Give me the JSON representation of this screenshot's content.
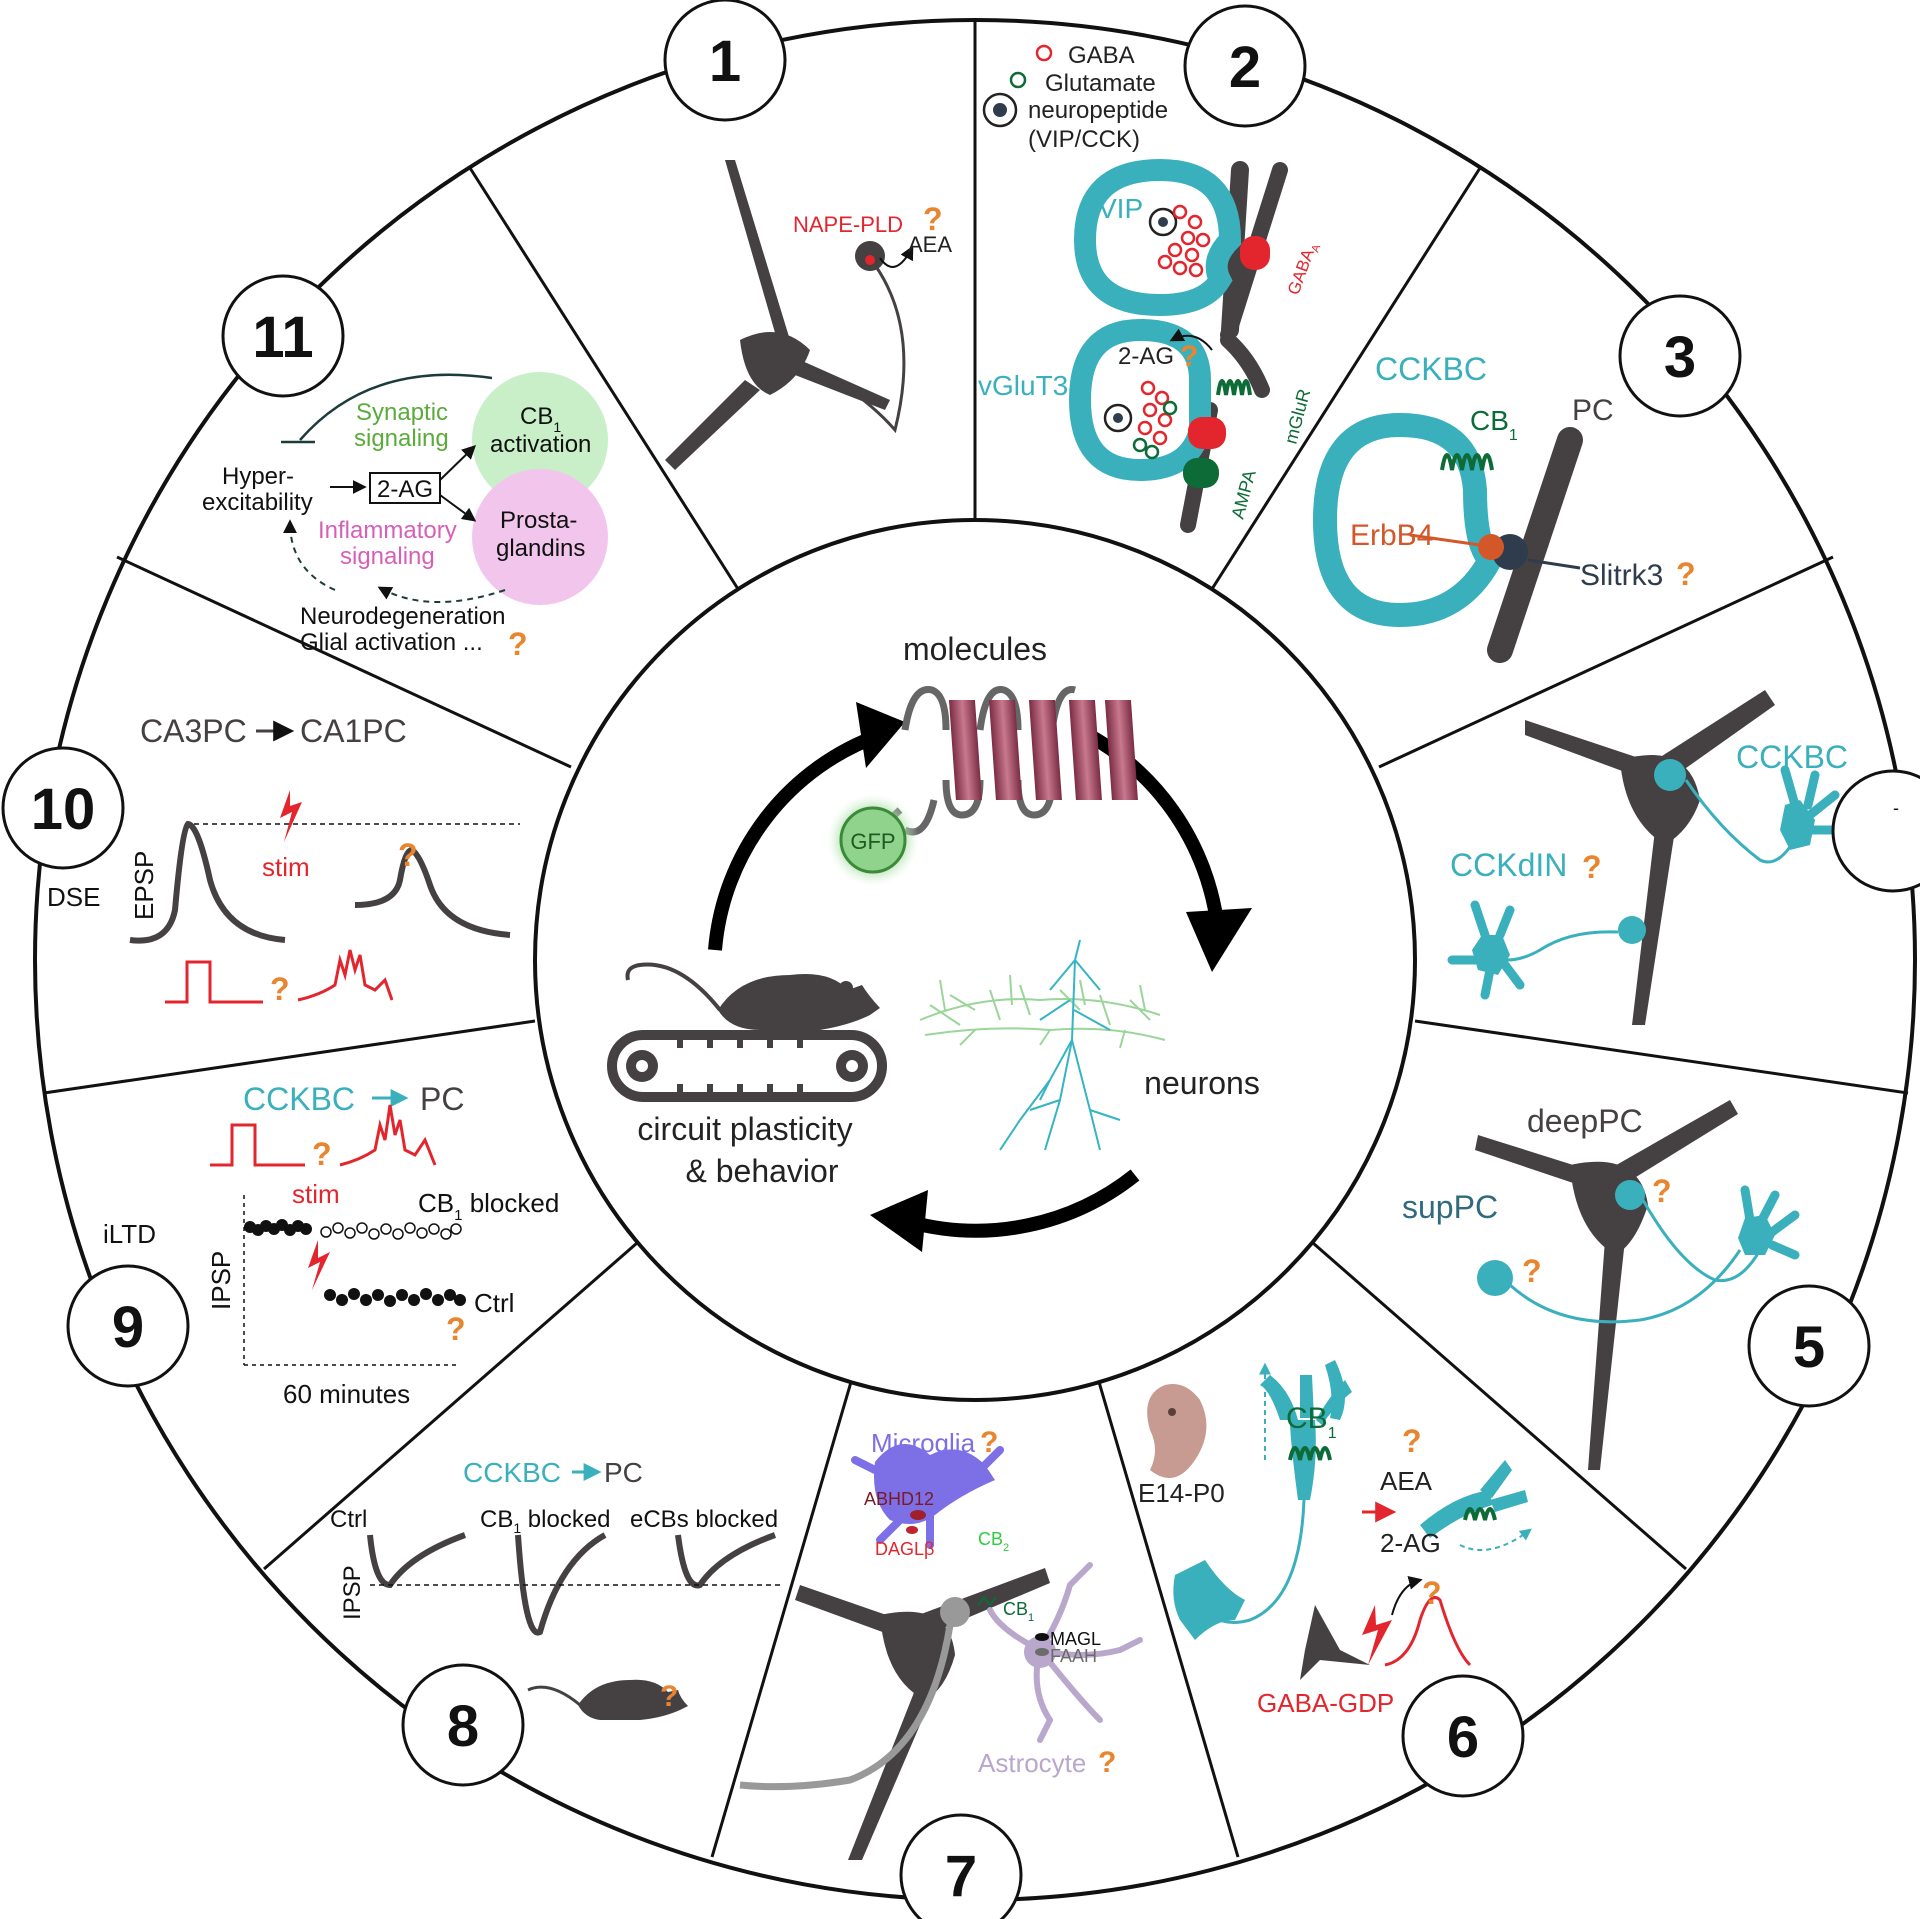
{
  "colors": {
    "teal": "#3ab0bd",
    "dark": "#454142",
    "red": "#e3262d",
    "green": "#0d6b37",
    "orange": "#e8852e",
    "pink": "#d75fb8",
    "lightgreen": "#5aab3c",
    "purple": "#7d6fe6",
    "lilac": "#b9a7cc",
    "mauve": "#9b4d62"
  },
  "center": {
    "molecules": "molecules",
    "gfp": "GFP",
    "neurons": "neurons",
    "circuit_line1": "circuit plasticity",
    "circuit_line2": "& behavior"
  },
  "badges": [
    "1",
    "2",
    "3",
    "",
    "5",
    "6",
    "7",
    "8",
    "9",
    "10",
    "11"
  ],
  "badge_4_mark": "-",
  "panel1": {
    "enzyme": "NAPE-PLD",
    "ligand": "AEA",
    "q": "?"
  },
  "panel2": {
    "legend_gaba": "GABA",
    "legend_glut": "Glutamate",
    "legend_neuro1": "neuropeptide",
    "legend_neuro2": "(VIP/CCK)",
    "vip": "VIP",
    "vglut3": "vGluT3",
    "ag": "2-AG",
    "gabaa": "GABA",
    "gabaa_sub": "A",
    "mglur": "mGluR",
    "ampa": "AMPA",
    "q": "?"
  },
  "panel3": {
    "cckbc": "CCKBC",
    "cb1": "CB",
    "cb1_sub": "1",
    "pc": "PC",
    "erbb4": "ErbB4",
    "slitrk3": "Slitrk3",
    "q": "?"
  },
  "panel4": {
    "cckbc": "CCKBC",
    "cckdin": "CCKdIN",
    "q": "?"
  },
  "panel5": {
    "deeppc": "deepPC",
    "suppc": "supPC",
    "q": "?"
  },
  "panel6": {
    "age": "E14-P0",
    "cb1": "CB",
    "cb1_sub": "1",
    "aea": "AEA",
    "ag": "2-AG",
    "gaba_gdp": "GABA-GDP",
    "q": "?"
  },
  "panel7": {
    "microglia": "Microglia",
    "abhd12": "ABHD12",
    "daglb": "DAGLβ",
    "cb2": "CB",
    "cb2_sub": "2",
    "cb1": "CB",
    "cb1_sub": "1",
    "magl": "MAGL",
    "faah": "FAAH",
    "astrocyte": "Astrocyte",
    "q": "?"
  },
  "panel8": {
    "title_a": "CCKBC",
    "title_b": "PC",
    "ctrl": "Ctrl",
    "cb1_a": "CB",
    "cb1_sub": "1",
    "cb1_b": " blocked",
    "ecbs": "eCBs blocked",
    "ipsp": "IPSP",
    "q": "?"
  },
  "panel9": {
    "title_a": "CCKBC",
    "title_b": "PC",
    "stim": "stim",
    "cb1_a": "CB",
    "cb1_sub": "1",
    "cb1_b": " blocked",
    "ctrl": "Ctrl",
    "ipsp": "IPSP",
    "time": "60 minutes",
    "iltd": "iLTD",
    "q": "?"
  },
  "panel10": {
    "title_a": "CA3PC",
    "title_b": "CA1PC",
    "stim": "stim",
    "epsp": "EPSP",
    "dse": "DSE",
    "q": "?"
  },
  "panel11": {
    "synaptic1": "Synaptic",
    "synaptic2": "signaling",
    "cb1": "CB",
    "cb1_sub": "1",
    "activation": "activation",
    "hyper1": "Hyper-",
    "hyper2": "excitability",
    "ag": "2-AG",
    "inflam1": "Inflammatory",
    "inflam2": "signaling",
    "prosta1": "Prosta-",
    "prosta2": "glandins",
    "neurodeg": "Neurodegeneration",
    "glial": "Glial activation ...",
    "q": "?"
  }
}
